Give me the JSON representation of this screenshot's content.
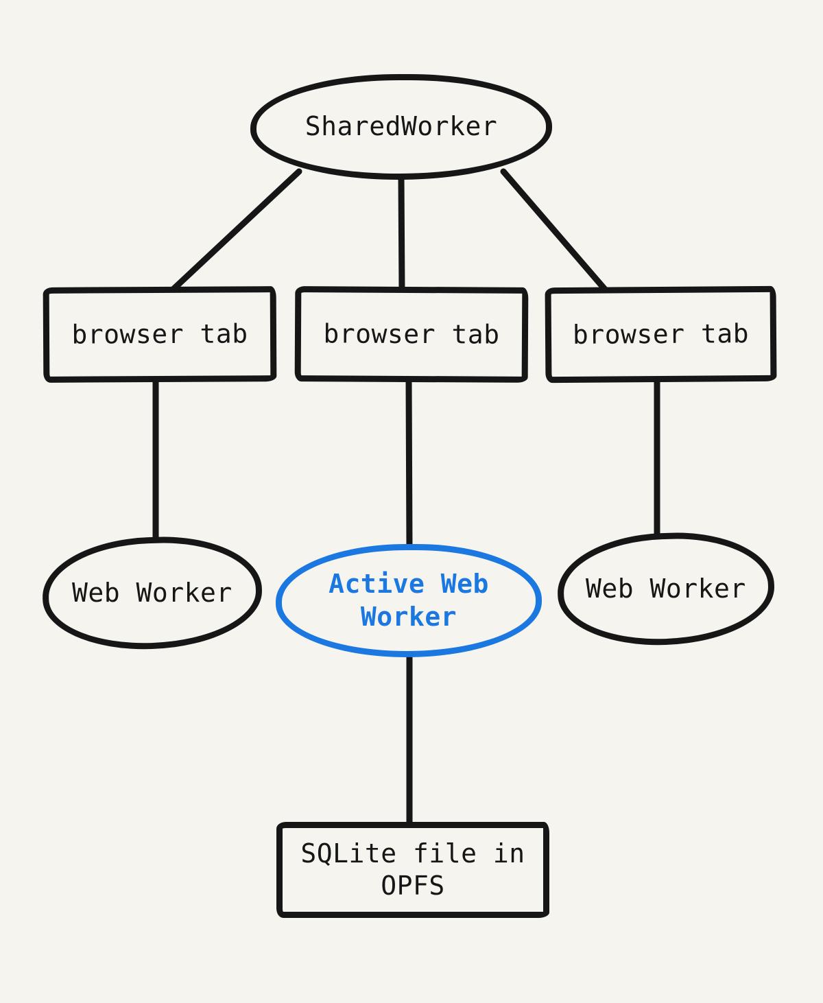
{
  "page": {
    "background_color": "#f6f4ef"
  },
  "colors": {
    "ink": "#161616",
    "accent_blue": "#1b78e0"
  },
  "diagram": {
    "type": "node-edge-architecture-diagram",
    "nodes": {
      "shared_worker": {
        "label": "SharedWorker",
        "shape": "ellipse",
        "stroke": "#161616"
      },
      "browser_tab_1": {
        "label": "browser tab",
        "shape": "rectangle",
        "stroke": "#161616"
      },
      "browser_tab_2": {
        "label": "browser tab",
        "shape": "rectangle",
        "stroke": "#161616"
      },
      "browser_tab_3": {
        "label": "browser tab",
        "shape": "rectangle",
        "stroke": "#161616"
      },
      "web_worker_left": {
        "label": "Web Worker",
        "shape": "ellipse",
        "stroke": "#161616"
      },
      "active_web_worker": {
        "label": "Active Web Worker",
        "shape": "ellipse",
        "stroke": "#1b78e0"
      },
      "web_worker_right": {
        "label": "Web Worker",
        "shape": "ellipse",
        "stroke": "#161616"
      },
      "sqlite_file": {
        "label": "SQLite file in OPFS",
        "shape": "rectangle",
        "stroke": "#161616"
      }
    },
    "edges": [
      {
        "from": "shared_worker",
        "to": "browser_tab_1"
      },
      {
        "from": "shared_worker",
        "to": "browser_tab_2"
      },
      {
        "from": "shared_worker",
        "to": "browser_tab_3"
      },
      {
        "from": "browser_tab_1",
        "to": "web_worker_left"
      },
      {
        "from": "browser_tab_2",
        "to": "active_web_worker"
      },
      {
        "from": "browser_tab_3",
        "to": "web_worker_right"
      },
      {
        "from": "active_web_worker",
        "to": "sqlite_file"
      }
    ]
  }
}
